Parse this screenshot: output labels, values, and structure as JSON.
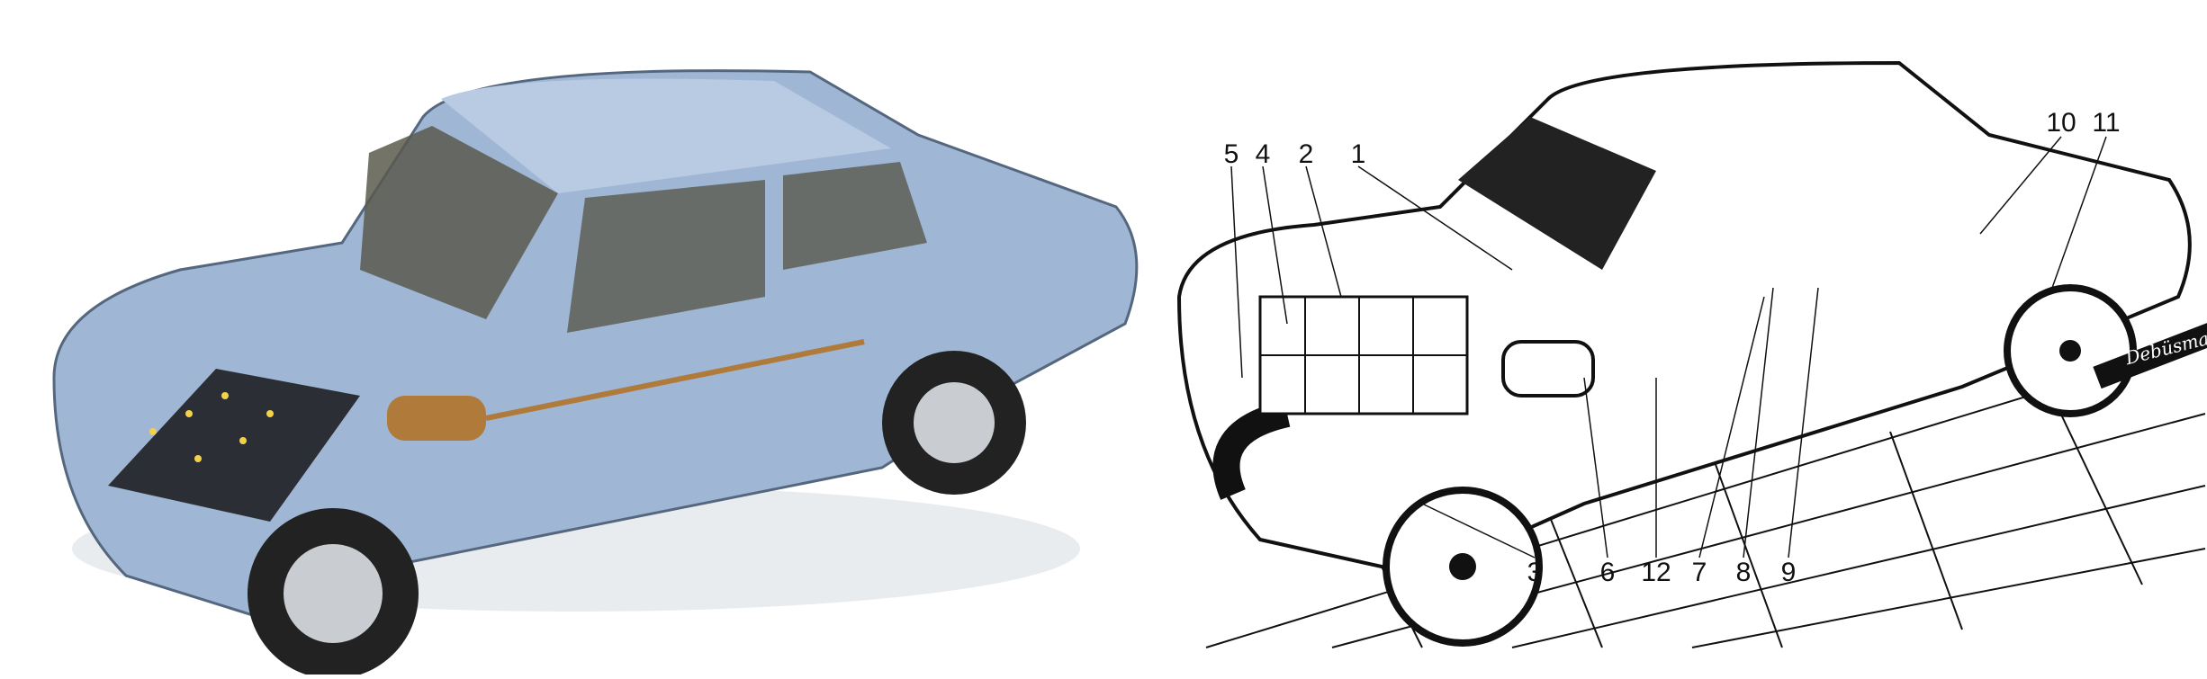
{
  "left_illustration": {
    "colors": {
      "body": "#9fb6d4",
      "glass": "#5a5a4e",
      "battery": "#2b2f35",
      "copper": "#b07a3a"
    }
  },
  "right_diagram": {
    "callouts_top": [
      "5",
      "4",
      "2",
      "1",
      "10",
      "11"
    ],
    "callouts_bottom": [
      "3",
      "6",
      "12",
      "7",
      "8",
      "9"
    ],
    "signature": "Debüsmann"
  }
}
